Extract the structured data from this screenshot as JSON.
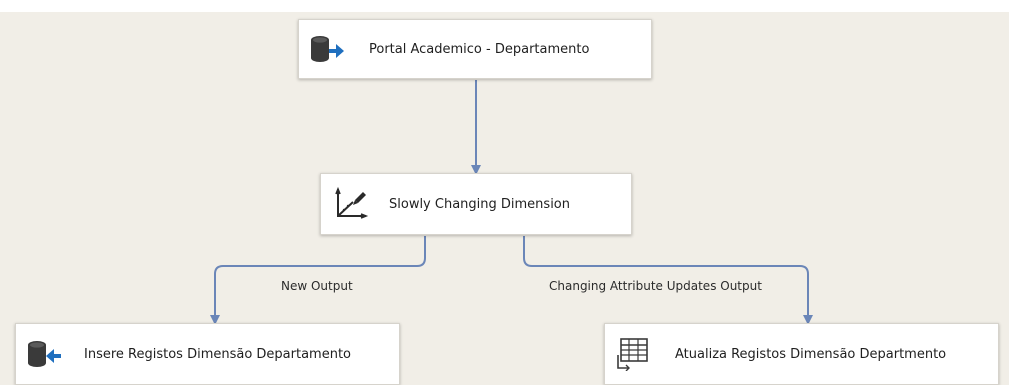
{
  "nodes": {
    "source": {
      "label": "Portal Academico - Departamento",
      "icon": "database-source-icon"
    },
    "scd": {
      "label": "Slowly Changing Dimension",
      "icon": "slowly-changing-dimension-icon"
    },
    "insert": {
      "label": "Insere Registos Dimensão Departamento",
      "icon": "database-destination-icon"
    },
    "update": {
      "label": "Atualiza Registos Dimensão Departmento",
      "icon": "ole-db-command-icon"
    }
  },
  "connectors": {
    "new_output": "New Output",
    "changing_output": "Changing Attribute Updates Output"
  },
  "colors": {
    "canvas": "#f1eee7",
    "arrow": "#6b86b8",
    "node_bg": "#ffffff"
  }
}
